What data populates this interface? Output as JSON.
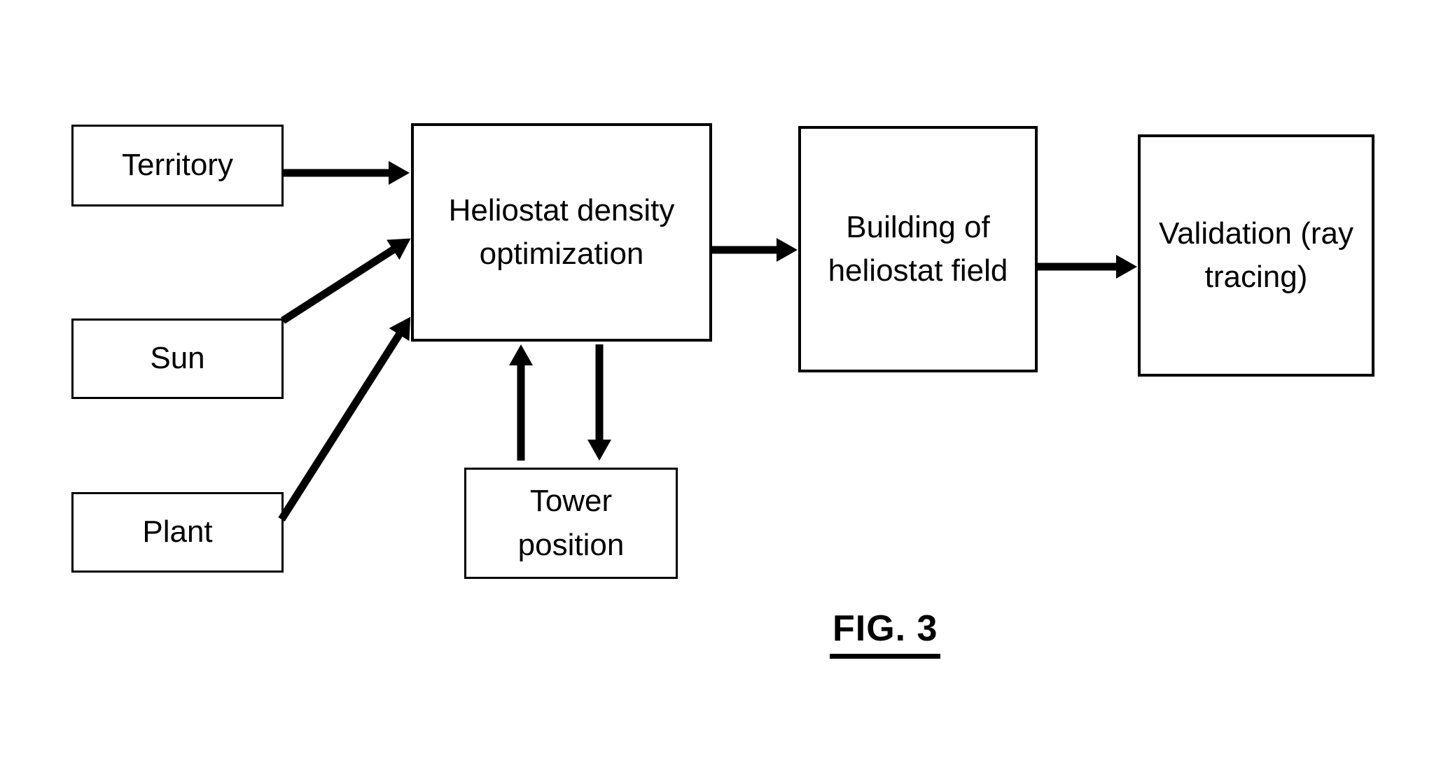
{
  "figure": {
    "caption": "FIG. 3"
  },
  "colors": {
    "background": "#ffffff",
    "ink": "#000000"
  },
  "nodes": {
    "territory": {
      "label": "Territory"
    },
    "sun": {
      "label": "Sun"
    },
    "plant": {
      "label": "Plant"
    },
    "heliostat": {
      "label": "Heliostat density optimization"
    },
    "tower": {
      "label": "Tower position"
    },
    "building": {
      "label": "Building of heliostat field"
    },
    "validation": {
      "label": "Validation (ray tracing)"
    }
  },
  "edges": [
    {
      "from": "Territory",
      "to": "Heliostat density optimization"
    },
    {
      "from": "Sun",
      "to": "Heliostat density optimization"
    },
    {
      "from": "Plant",
      "to": "Heliostat density optimization"
    },
    {
      "from": "Heliostat density optimization",
      "to": "Building of heliostat field"
    },
    {
      "from": "Building of heliostat field",
      "to": "Validation (ray tracing)"
    },
    {
      "from": "Tower position",
      "to": "Heliostat density optimization"
    },
    {
      "from": "Heliostat density optimization",
      "to": "Tower position"
    }
  ]
}
